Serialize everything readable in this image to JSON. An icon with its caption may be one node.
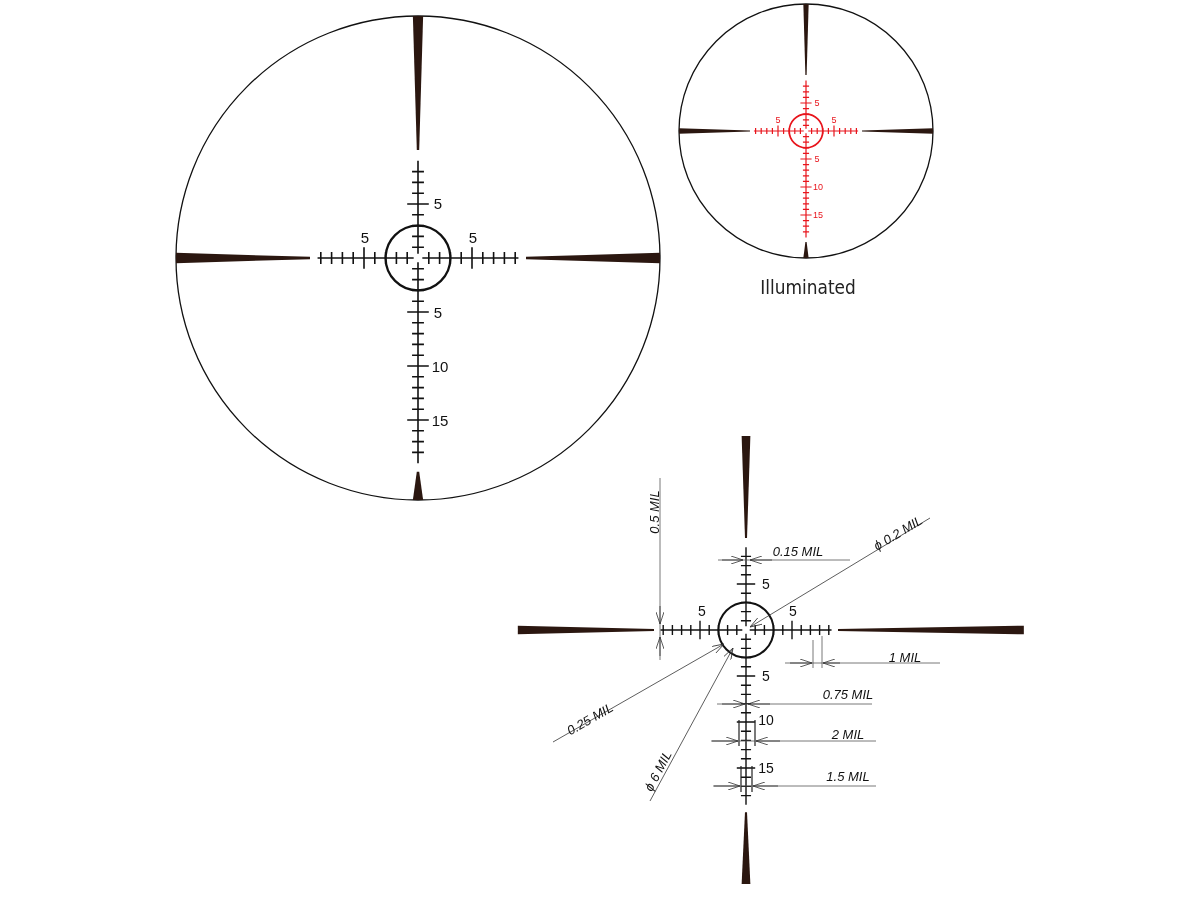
{
  "diagram": {
    "labels": [
      "5",
      "5",
      "5",
      "5",
      "10",
      "15",
      "5",
      "5",
      "5",
      "5",
      "10",
      "15",
      "Illuminated",
      "0.5 MIL",
      "0.15 MIL",
      "ϕ 0.2 MIL",
      "5",
      "5",
      "5",
      "1 MIL",
      "5",
      "0.75 MIL",
      "0.25 MIL",
      "10",
      "2 MIL",
      "ϕ 6 MIL",
      "15",
      "1.5 MIL"
    ]
  }
}
